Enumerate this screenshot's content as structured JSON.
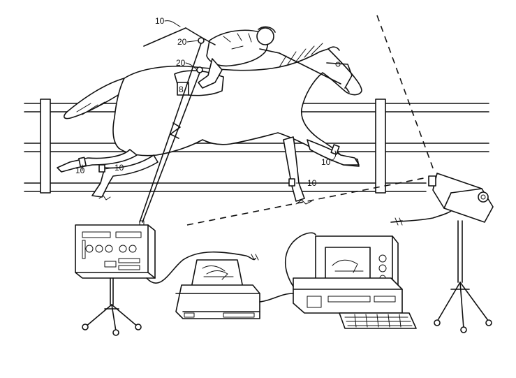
{
  "figure": {
    "labels": {
      "sensor_whip": "10",
      "jockey_upper": "20",
      "jockey_lower": "20",
      "sensor_front_leg": "10",
      "sensor_rear_leg_left": "10",
      "sensor_rear_leg_right": "10",
      "sensor_front_hoof": "10"
    }
  },
  "colors": {
    "ink": "#111111",
    "paper": "#ffffff"
  }
}
